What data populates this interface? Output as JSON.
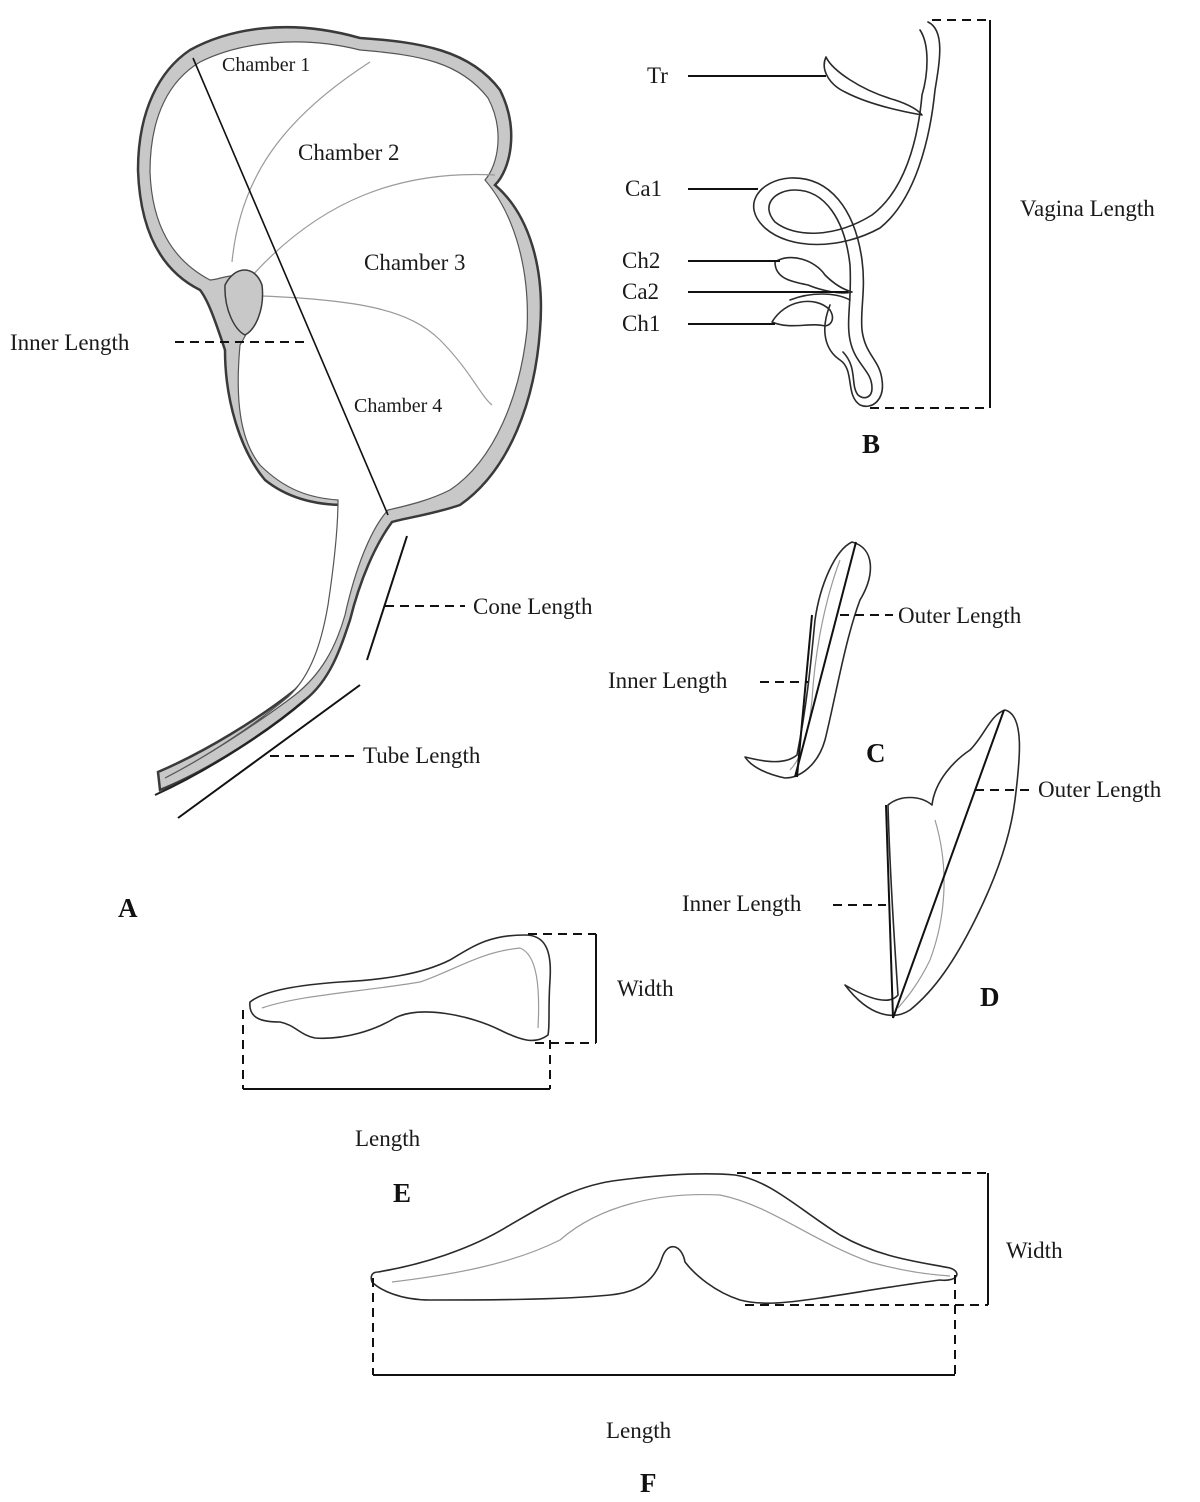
{
  "panels": {
    "A": {
      "letter": "A",
      "chamber1": "Chamber 1",
      "chamber2": "Chamber 2",
      "chamber3": "Chamber 3",
      "chamber4": "Chamber 4",
      "inner_length": "Inner Length",
      "cone_length": "Cone Length",
      "tube_length": "Tube Length"
    },
    "B": {
      "letter": "B",
      "tr": "Tr",
      "ca1": "Ca1",
      "ch2": "Ch2",
      "ca2": "Ca2",
      "ch1": "Ch1",
      "vagina_length": "Vagina Length"
    },
    "C": {
      "letter": "C",
      "outer_length": "Outer Length",
      "inner_length": "Inner Length"
    },
    "D": {
      "letter": "D",
      "outer_length": "Outer Length",
      "inner_length": "Inner Length"
    },
    "E": {
      "letter": "E",
      "width": "Width",
      "length": "Length"
    },
    "F": {
      "letter": "F",
      "width": "Width",
      "length": "Length"
    }
  },
  "colors": {
    "wall_fill": "#c8c8c8",
    "wall_stroke": "#3a3a3a",
    "line": "#111111"
  }
}
